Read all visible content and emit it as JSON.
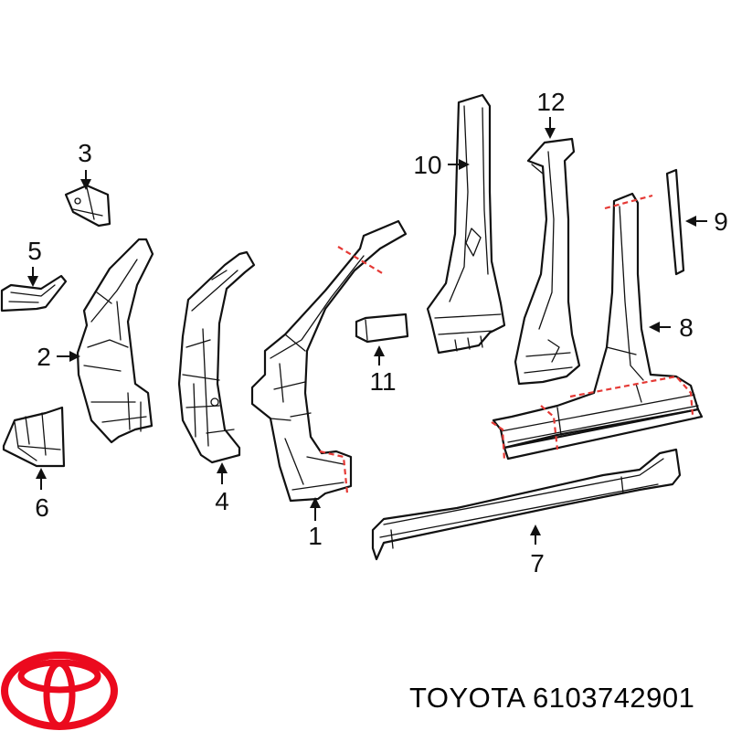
{
  "caption": "TOYOTA 6103742901",
  "brand_color": "#eb0a1e",
  "cut_line_color": "#e53935",
  "callouts": [
    "1",
    "2",
    "3",
    "4",
    "5",
    "6",
    "7",
    "8",
    "9",
    "10",
    "11",
    "12"
  ]
}
